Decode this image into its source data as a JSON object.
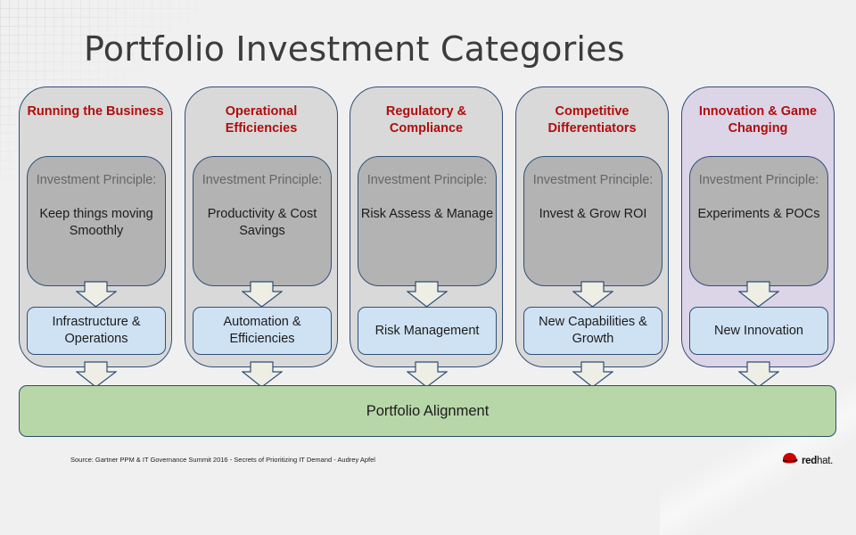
{
  "slide": {
    "title": "Portfolio Investment Categories",
    "source": "Source: Gartner PPM & IT Governance Summit 2016  - Secrets of Prioritizing IT Demand - Audrey Apfel",
    "logo": {
      "icon": "redhat-shadowman-icon",
      "brand_bold": "red",
      "brand_regular": "hat."
    }
  },
  "columns": [
    {
      "heading": "Running the Business",
      "principle_label": "Investment Principle:",
      "principle": "Keep things moving Smoothly",
      "outcome": "Infrastructure & Operations",
      "background": "#d9d9d9"
    },
    {
      "heading": "Operational Efficiencies",
      "principle_label": "Investment Principle:",
      "principle": "Productivity & Cost Savings",
      "outcome": "Automation & Efficiencies",
      "background": "#d9d9d9"
    },
    {
      "heading": "Regulatory & Compliance",
      "principle_label": "Investment Principle:",
      "principle": "Risk Assess & Manage",
      "outcome": "Risk Management",
      "background": "#d9d9d9"
    },
    {
      "heading": "Competitive Differentiators",
      "principle_label": "Investment Principle:",
      "principle": "Invest & Grow ROI",
      "outcome": "New Capabilities & Growth",
      "background": "#d9d9d9"
    },
    {
      "heading": "Innovation & Game Changing",
      "principle_label": "Investment Principle:",
      "principle": "Experiments & POCs",
      "outcome": "New Innovation",
      "background": "#dcd5e8"
    }
  ],
  "portfolio": {
    "label": "Portfolio Alignment"
  },
  "colors": {
    "heading": "#b00d0d",
    "principle_box": "#b3b3b3",
    "outcome_box": "#cfe2f3",
    "portfolio_bar": "#b7d7a8",
    "border": "#2f4f78",
    "arrow_fill": "#eeeee4"
  }
}
